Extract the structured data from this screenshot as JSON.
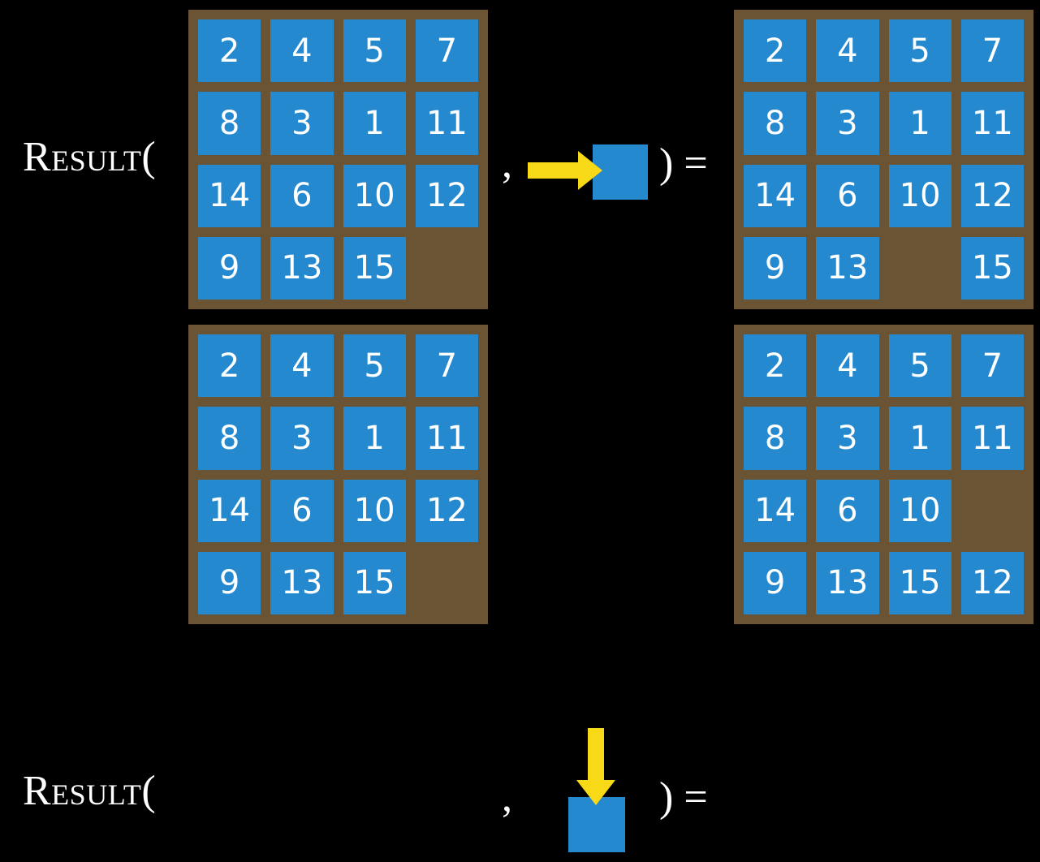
{
  "page": {
    "background_color": "#000000",
    "board_color": "#6b5433",
    "tile_color": "#2589d0",
    "tile_text_color": "#ffffff",
    "arrow_color": "#f7d917",
    "text_color": "#ffffff"
  },
  "rows": [
    {
      "label": "Result(",
      "comma": ",",
      "close_equals": ") =",
      "operand": {
        "arrow_icon": "arrow-right-icon",
        "direction": "right",
        "square_label": ""
      },
      "input_board": {
        "name": "fifteen-puzzle-input-row-1",
        "tiles": [
          "2",
          "4",
          "5",
          "7",
          "8",
          "3",
          "1",
          "11",
          "14",
          "6",
          "10",
          "12",
          "9",
          "13",
          "15",
          ""
        ]
      },
      "output_board": {
        "name": "fifteen-puzzle-output-row-1",
        "tiles": [
          "2",
          "4",
          "5",
          "7",
          "8",
          "3",
          "1",
          "11",
          "14",
          "6",
          "10",
          "12",
          "9",
          "13",
          "",
          "15"
        ]
      }
    },
    {
      "label": "Result(",
      "comma": ",",
      "close_equals": ") =",
      "operand": {
        "arrow_icon": "arrow-down-icon",
        "direction": "down",
        "square_label": ""
      },
      "input_board": {
        "name": "fifteen-puzzle-input-row-2",
        "tiles": [
          "2",
          "4",
          "5",
          "7",
          "8",
          "3",
          "1",
          "11",
          "14",
          "6",
          "10",
          "12",
          "9",
          "13",
          "15",
          ""
        ]
      },
      "output_board": {
        "name": "fifteen-puzzle-output-row-2",
        "tiles": [
          "2",
          "4",
          "5",
          "7",
          "8",
          "3",
          "1",
          "11",
          "14",
          "6",
          "10",
          "",
          "9",
          "13",
          "15",
          "12"
        ]
      }
    }
  ]
}
